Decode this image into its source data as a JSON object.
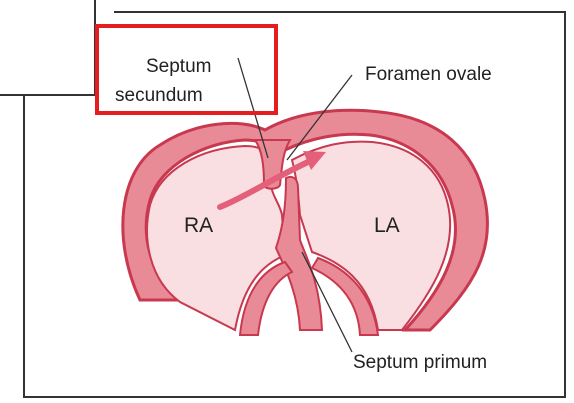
{
  "labels": {
    "septum_secundum_line1": "Septum",
    "septum_secundum_line2": "secundum",
    "foramen_ovale": "Foramen ovale",
    "right_atrium": "RA",
    "left_atrium": "LA",
    "septum_primum": "Septum primum"
  },
  "colors": {
    "tissue_fill": "#f3c6cb",
    "tissue_outline": "#d8566b",
    "wall_fill": "#e98a97",
    "chamber_fill": "#f9dfe2",
    "arrow": "#e4607a",
    "highlight_box": "#e41e1e",
    "frame": "#333333"
  }
}
